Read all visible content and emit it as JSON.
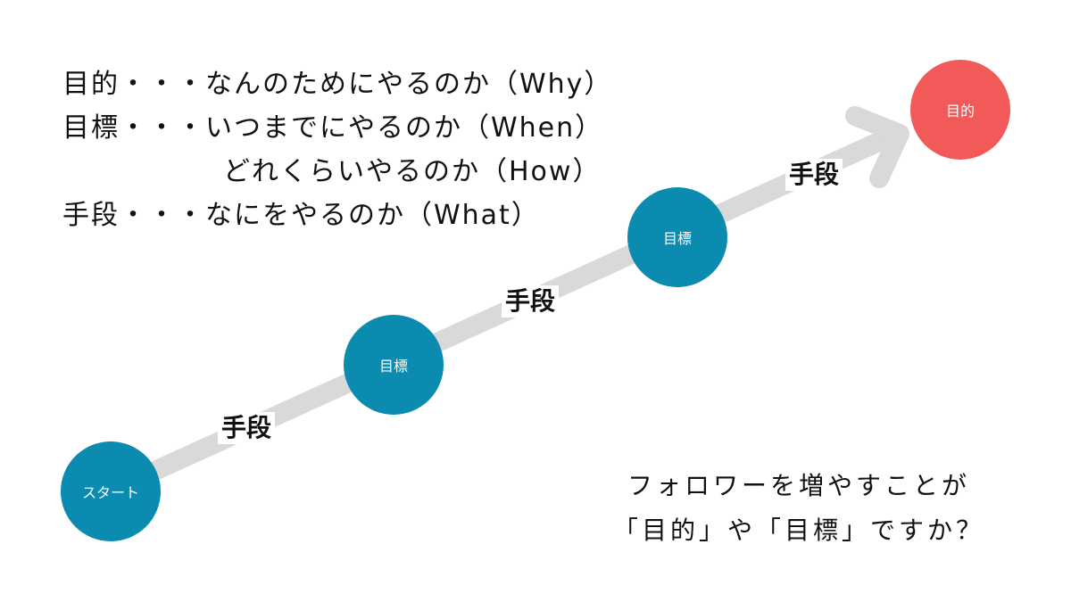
{
  "definitions": [
    {
      "term": "目的",
      "sep": "・・・",
      "text": "なんのためにやるのか（Why）"
    },
    {
      "term": "目標",
      "sep": "・・・",
      "text": "いつまでにやるのか（When）"
    },
    {
      "term": "",
      "sep": "",
      "text": "どれくらいやるのか（How）"
    },
    {
      "term": "手段",
      "sep": "・・・",
      "text": "なにをやるのか（What）"
    }
  ],
  "nodes": {
    "start": "スタート",
    "goal1": "目標",
    "goal2": "目標",
    "purpose": "目的"
  },
  "steps": [
    "手段",
    "手段",
    "手段"
  ],
  "question": {
    "line1": "フォロワーを増やすことが",
    "line2": "「目的」や「目標」ですか？"
  },
  "colors": {
    "node": "#0b8bb0",
    "purpose": "#f25a5a",
    "arrow": "#d9d9d9",
    "text": "#111111"
  }
}
